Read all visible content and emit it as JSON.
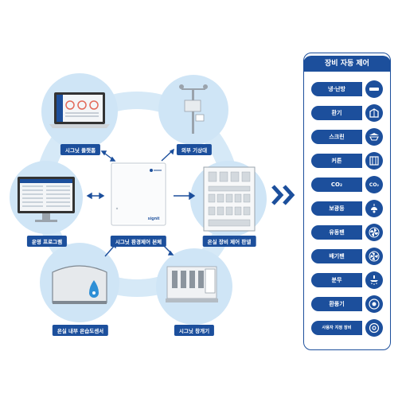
{
  "nodes": {
    "app": "시그닛 플랫폼",
    "weather": "외부 기상대",
    "program": "운영 프로그램",
    "controller": "시그닛 환경제어 본체",
    "panel": "온실 장비 제어 판넬",
    "sensor": "온실 내부 온습도센서",
    "drive": "시그닛 창개기"
  },
  "controller_logo": "signit",
  "devices": {
    "title": "장비 자동 제어",
    "items": [
      {
        "label": "냉·난방",
        "icon": "heater-icon"
      },
      {
        "label": "환기",
        "icon": "vent-window-icon"
      },
      {
        "label": "스크린",
        "icon": "screen-icon"
      },
      {
        "label": "커튼",
        "icon": "curtain-icon"
      },
      {
        "label": "CO₂",
        "icon": "co2-icon",
        "icon_text": "CO₂"
      },
      {
        "label": "보광등",
        "icon": "lamp-icon"
      },
      {
        "label": "유동팬",
        "icon": "circulation-fan-icon"
      },
      {
        "label": "배기팬",
        "icon": "exhaust-fan-icon"
      },
      {
        "label": "분무",
        "icon": "mist-icon"
      },
      {
        "label": "환풍기",
        "icon": "ventilator-icon"
      },
      {
        "label": "사용자 지정 장비",
        "icon": "custom-device-icon"
      }
    ]
  },
  "colors": {
    "brand": "#1c4f9c",
    "circle": "#cfe5f6",
    "circle_dark": "#a9d0ee"
  }
}
